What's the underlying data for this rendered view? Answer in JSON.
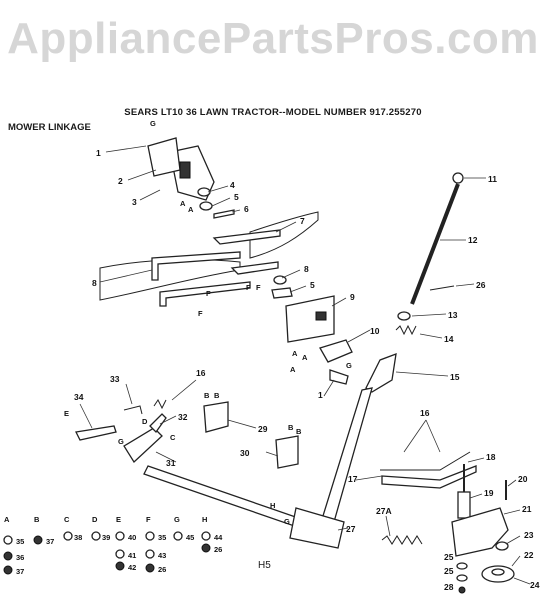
{
  "watermark": "AppliancePartsPros.com",
  "title": "SEARS LT10 36 LAWN TRACTOR--MODEL NUMBER 917.255270",
  "subtitle": "MOWER LINKAGE",
  "footer_code": "H5",
  "callouts": [
    "1",
    "2",
    "3",
    "4",
    "5",
    "6",
    "7",
    "8",
    "9",
    "10",
    "11",
    "12",
    "13",
    "14",
    "15",
    "16",
    "17",
    "18",
    "19",
    "20",
    "21",
    "22",
    "23",
    "24",
    "25",
    "26",
    "27",
    "27A",
    "28",
    "29",
    "30",
    "31",
    "32",
    "33",
    "34",
    "35",
    "36",
    "37",
    "38",
    "39",
    "40",
    "41",
    "42",
    "43",
    "44",
    "45"
  ],
  "hardware_legend": [
    {
      "letter": "A",
      "parts": [
        "35",
        "36",
        "37"
      ]
    },
    {
      "letter": "B",
      "parts": [
        "37"
      ]
    },
    {
      "letter": "C",
      "parts": [
        "38"
      ]
    },
    {
      "letter": "D",
      "parts": [
        "39"
      ]
    },
    {
      "letter": "E",
      "parts": [
        "40",
        "41",
        "42"
      ]
    },
    {
      "letter": "F",
      "parts": [
        "35",
        "43",
        "26"
      ]
    },
    {
      "letter": "G",
      "parts": [
        "45"
      ]
    },
    {
      "letter": "H",
      "parts": [
        "44",
        "26"
      ]
    }
  ]
}
